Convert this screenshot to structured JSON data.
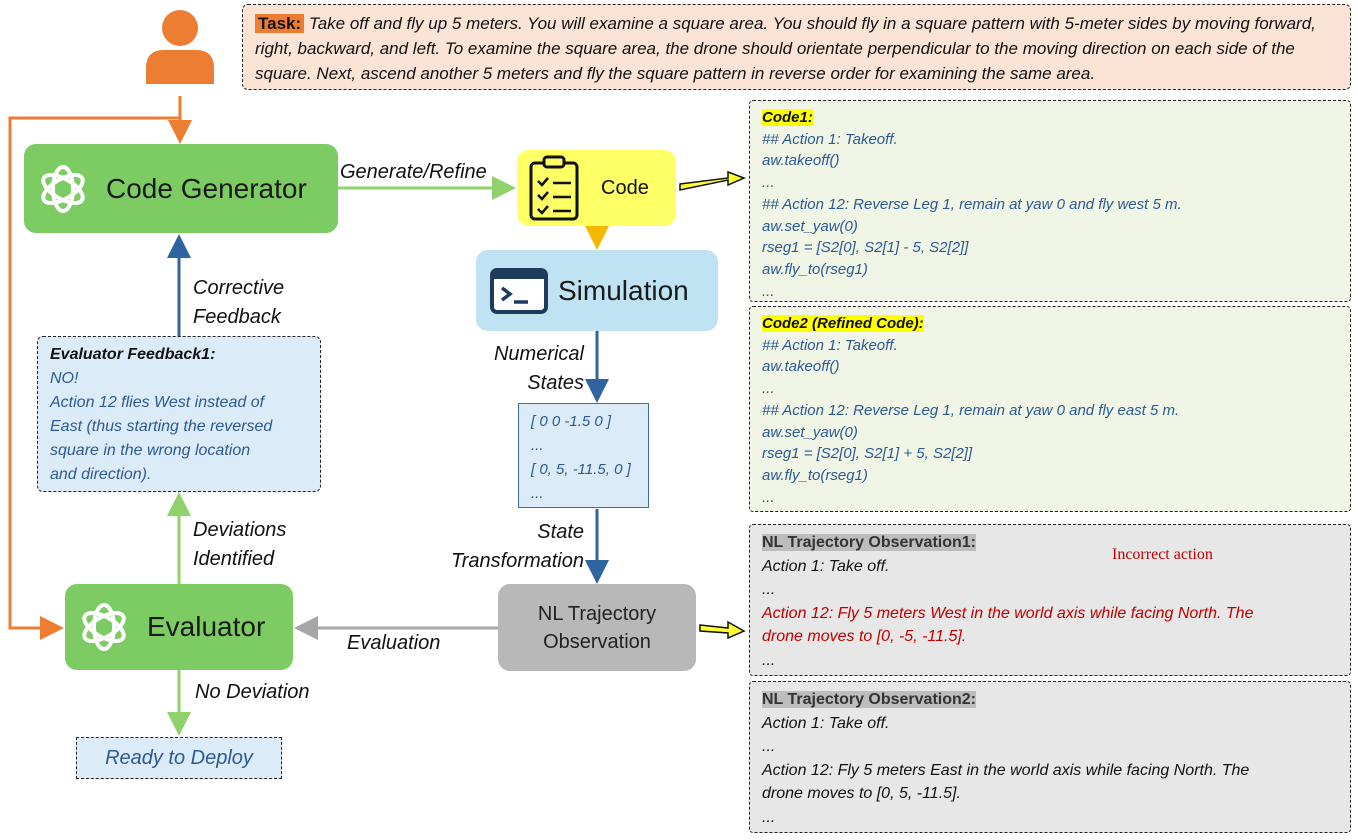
{
  "task": {
    "label": "Task:",
    "text": "Take off and fly up 5 meters. You will examine a square area. You should fly in a square pattern with 5-meter sides by moving forward, right, backward, and left. To examine the square area, the drone should orientate perpendicular to the moving direction on each side of the square. Next, ascend another 5 meters and fly the square pattern in reverse order for examining the same area."
  },
  "nodes": {
    "code_generator": "Code Generator",
    "code": "Code",
    "simulation": "Simulation",
    "nl_observation": "NL Trajectory Observation",
    "evaluator": "Evaluator",
    "ready": "Ready to Deploy"
  },
  "edge_labels": {
    "generate_refine": "Generate/Refine",
    "corrective_1": "Corrective",
    "corrective_2": "Feedback",
    "numerical_1": "Numerical",
    "numerical_2": "States",
    "state_transform_1": "State",
    "state_transform_2": "Transformation",
    "evaluation": "Evaluation",
    "deviations_1": "Deviations",
    "deviations_2": "Identified",
    "no_deviation": "No Deviation"
  },
  "states": [
    "[ 0 0 -1.5 0 ]",
    "...",
    "[ 0, 5, -11.5, 0 ]",
    "..."
  ],
  "evaluator_feedback": {
    "title": "Evaluator Feedback1:",
    "lines": [
      "NO!",
      "Action 12 flies West instead of",
      "East (thus starting the reversed",
      "square in the wrong location",
      "and direction)."
    ]
  },
  "code1": {
    "title": "Code1:",
    "lines": [
      "## Action 1: Takeoff.",
      "aw.takeoff()",
      "...",
      "## Action 12: Reverse Leg 1, remain at yaw 0 and fly west 5 m.",
      "aw.set_yaw(0)",
      "rseg1 = [S2[0], S2[1] - 5, S2[2]]",
      "aw.fly_to(rseg1)",
      "..."
    ]
  },
  "code2": {
    "title": "Code2 (Refined Code):",
    "lines": [
      "## Action 1: Takeoff.",
      "aw.takeoff()",
      "...",
      "## Action 12: Reverse Leg 1, remain at yaw 0 and fly east 5 m.",
      "aw.set_yaw(0)",
      "rseg1 = [S2[0], S2[1] + 5, S2[2]]",
      "aw.fly_to(rseg1)",
      "..."
    ]
  },
  "obs1": {
    "title": "NL Trajectory Observation1:",
    "line1": "Action 1: Take off.",
    "line2": "...",
    "red1": "Action 12: Fly 5 meters West in the world axis while facing North. The",
    "red2": "drone moves to [0, -5, -11.5].",
    "line3": "...",
    "annotation": "Incorrect action"
  },
  "obs2": {
    "title": "NL Trajectory Observation2:",
    "lines": [
      "Action 1: Take off.",
      "...",
      "Action 12: Fly 5 meters East in the world axis while facing North. The",
      "drone moves to [0, 5, -11.5].",
      "..."
    ]
  },
  "colors": {
    "orange": "#ed7d31",
    "green": "#7ccb63",
    "blue_arrow": "#2e64a0",
    "green_arrow": "#8fd16a",
    "gray_arrow": "#a6a6a6",
    "yellow_arrow": "#f5b800",
    "red": "#c00000"
  }
}
